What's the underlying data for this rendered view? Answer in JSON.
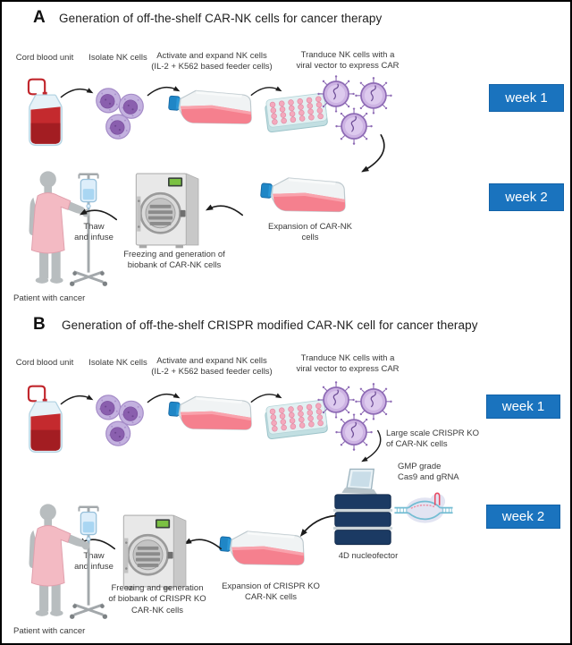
{
  "figure": {
    "colors": {
      "badge_blue": "#1a73be",
      "media_pink": "#f5808e",
      "virus_purple": "#cdb3e3",
      "blood_red": "#b01e23"
    }
  },
  "panel_a": {
    "letter": "A",
    "title": "Generation of off-the-shelf CAR-NK cells for cancer therapy",
    "labels": {
      "cord_blood": "Cord blood unit",
      "isolate": "Isolate NK cells",
      "activate": "Activate and expand NK cells\n(IL-2 + K562 based feeder cells)",
      "transduce": "Tranduce NK cells with a\nviral vector to express CAR",
      "expansion": "Expansion of CAR-NK\ncells",
      "freezing": "Freezing and generation of\nbiobank of CAR-NK cells",
      "thaw": "Thaw\nand infuse",
      "patient": "Patient with cancer"
    },
    "badges": {
      "week1": "week 1",
      "week2": "week 2"
    }
  },
  "panel_b": {
    "letter": "B",
    "title": "Generation of off-the-shelf CRISPR modified CAR-NK cell for cancer therapy",
    "labels": {
      "cord_blood": "Cord blood unit",
      "isolate": "Isolate NK cells",
      "activate": "Activate and expand NK cells\n(IL-2 + K562 based feeder cells)",
      "transduce": "Tranduce NK cells with a\nviral vector to express CAR",
      "large_scale": "Large scale CRISPR KO\nof CAR-NK cells",
      "gmp": "GMP grade\nCas9 and gRNA",
      "nucleofector": "4D nucleofector",
      "expansion": "Expansion of CRISPR KO\nCAR-NK cells",
      "freezing": "Freezing and generation\nof biobank of CRISPR KO\nCAR-NK cells",
      "thaw": "Thaw\nand infuse",
      "patient": "Patient with cancer"
    },
    "badges": {
      "week1": "week 1",
      "week2": "week 2"
    }
  }
}
